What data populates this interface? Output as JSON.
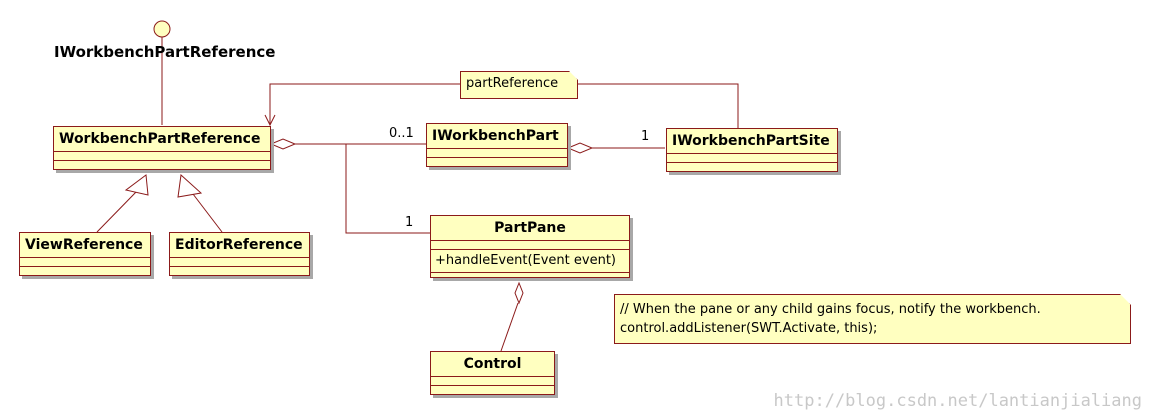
{
  "interface": {
    "name": "IWorkbenchPartReference"
  },
  "classes": {
    "workbench_part_reference": "WorkbenchPartReference",
    "view_reference": "ViewReference",
    "editor_reference": "EditorReference",
    "iworkbench_part": "IWorkbenchPart",
    "iworkbench_part_site": "IWorkbenchPartSite",
    "part_pane": "PartPane",
    "part_pane_operation": "+handleEvent(Event event)",
    "control": "Control"
  },
  "notes": {
    "part_reference": "partReference",
    "comment_line1": "// When the pane or any child gains focus, notify the workbench.",
    "comment_line2": "control.addListener(SWT.Activate, this);"
  },
  "multiplicities": {
    "iworkbench_part": "0..1",
    "iworkbench_part_site": "1",
    "part_pane": "1"
  },
  "watermark": "http://blog.csdn.net/lantianjialiang",
  "colors": {
    "class_fill": "#ffffc0",
    "class_border": "#8b1a1a",
    "line": "#8b1a1a",
    "shadow": "#a8a8a8"
  }
}
